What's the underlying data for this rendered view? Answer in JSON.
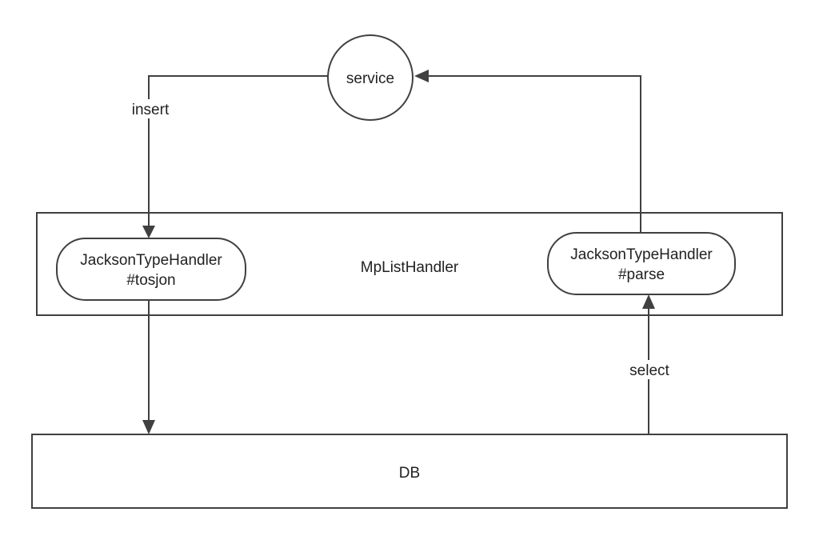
{
  "nodes": {
    "service": "service",
    "mp_list_handler": "MpListHandler",
    "handler_tojson": {
      "line1": "JacksonTypeHandler",
      "line2": "#tosjon"
    },
    "handler_parse": {
      "line1": "JacksonTypeHandler",
      "line2": "#parse"
    },
    "db": "DB"
  },
  "edges": {
    "insert": "insert",
    "select": "select"
  },
  "colors": {
    "stroke": "#404040",
    "text": "#222222",
    "background": "#ffffff"
  }
}
